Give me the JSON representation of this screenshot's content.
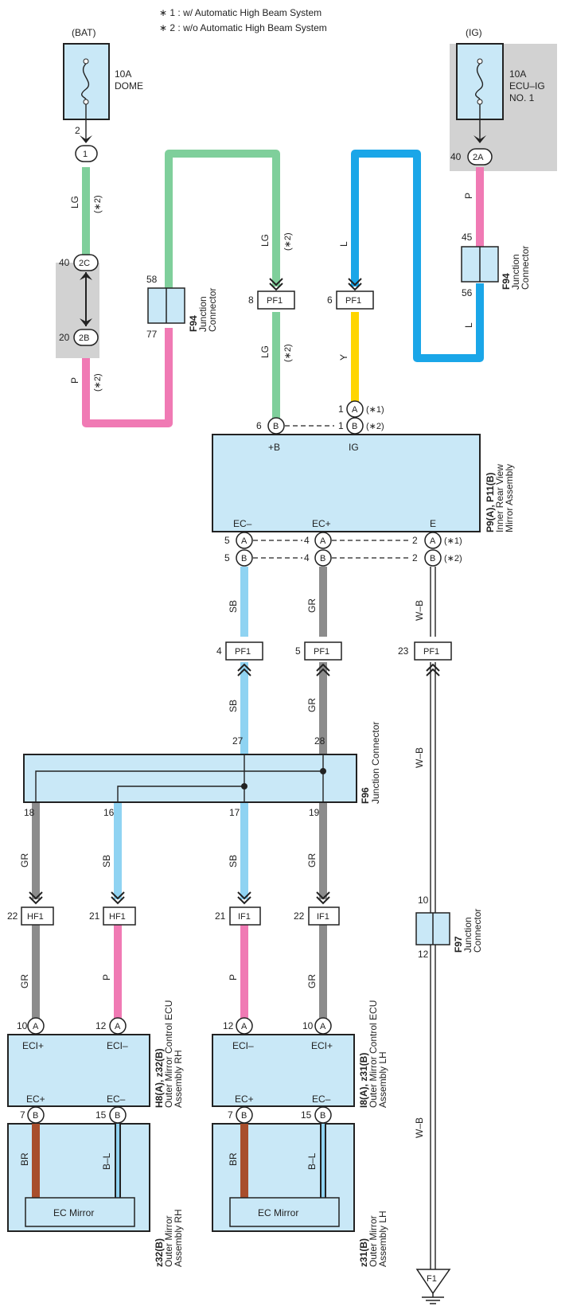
{
  "notes": {
    "note1": "∗ 1 : w/ Automatic High Beam System",
    "note2": "∗ 2 : w/o Automatic High Beam System"
  },
  "sources": {
    "bat": {
      "label": "(BAT)",
      "rating": "10A",
      "name": "DOME",
      "pin": "2",
      "terminal": "1"
    },
    "ig": {
      "label": "(IG)",
      "rating": "10A",
      "name_line1": "ECU–IG",
      "name_line2": "NO. 1",
      "pin": "40",
      "terminal": "2A"
    }
  },
  "connectors": {
    "left_upper_pin": "40",
    "left_upper_term": "2C",
    "left_lower_pin": "20",
    "left_lower_term": "2B",
    "f94_left": {
      "id": "F94",
      "line1": "Junction",
      "line2": "Connector",
      "pin_top": "58",
      "pin_bottom": "77"
    },
    "f94_right": {
      "id": "F94",
      "line1": "Junction",
      "line2": "Connector",
      "pin_top": "45",
      "pin_bottom": "56"
    },
    "pf1": "PF1",
    "pf1_pins": [
      "8",
      "6",
      "4",
      "5",
      "23"
    ],
    "f96": {
      "id": "F96",
      "label": "Junction Connector",
      "pins_top": [
        "27",
        "28"
      ],
      "pins_bottom": [
        "18",
        "16",
        "17",
        "19"
      ]
    },
    "f97": {
      "id": "F97",
      "line1": "Junction",
      "line2": "Connector",
      "pin_top": "10",
      "pin_bottom": "12"
    },
    "hf1": "HF1",
    "if1": "IF1",
    "hf1_pins": [
      "22",
      "21"
    ],
    "if1_pins": [
      "21",
      "22"
    ],
    "ground": "F1"
  },
  "wire_colors": {
    "lg": "LG",
    "p": "P",
    "l": "L",
    "y": "Y",
    "sb": "SB",
    "gr": "GR",
    "wb": "W–B",
    "br": "BR",
    "bl": "B–L",
    "note2": "(∗2)",
    "note1": "(∗1)"
  },
  "colors": {
    "lg": "#7fcf9b",
    "p": "#f07ab4",
    "l": "#1aa6e8",
    "y": "#ffd500",
    "sb": "#8fd3f2",
    "gr": "#8c8c8c",
    "br": "#a84e2c",
    "box": "#c9e8f7",
    "shade": "#d2d2d2"
  },
  "mirror": {
    "id": "P9(A), P11(B)",
    "line1": "Inner Rear View",
    "line2": "Mirror Assembly",
    "top_pins": [
      {
        "num": "6",
        "term": "B",
        "label": "+B"
      },
      {
        "num": "1",
        "term": "A",
        "label": "IG",
        "note": "(∗1)"
      },
      {
        "num": "1",
        "term": "B",
        "note": "(∗2)"
      }
    ],
    "bottom_labels": [
      "EC–",
      "EC+",
      "E"
    ],
    "row_a": {
      "term": "A",
      "pins": [
        "5",
        "4",
        "2"
      ],
      "note": "(∗1)"
    },
    "row_b": {
      "term": "B",
      "pins": [
        "5",
        "4",
        "2"
      ],
      "note": "(∗2)"
    }
  },
  "ecu_rh": {
    "id": "H8(A), z32(B)",
    "line1": "Outer Mirror Control ECU",
    "line2": "Assembly RH",
    "top_left": "ECI+",
    "top_right": "ECI–",
    "pin_tl": "10",
    "pin_tr": "12",
    "bottom_left": "EC+",
    "bottom_right": "EC–",
    "pin_bl": "7",
    "pin_br": "15"
  },
  "ecu_lh": {
    "id": "I8(A), z31(B)",
    "line1": "Outer Mirror Control ECU",
    "line2": "Assembly LH",
    "top_left": "ECI–",
    "top_right": "ECI+",
    "pin_tl": "12",
    "pin_tr": "10",
    "bottom_left": "EC+",
    "bottom_right": "EC–",
    "pin_bl": "7",
    "pin_br": "15"
  },
  "outer_rh": {
    "id": "z32(B)",
    "line1": "Outer Mirror",
    "line2": "Assembly RH",
    "inner": "EC Mirror"
  },
  "outer_lh": {
    "id": "z31(B)",
    "line1": "Outer Mirror",
    "line2": "Assembly LH",
    "inner": "EC Mirror"
  }
}
